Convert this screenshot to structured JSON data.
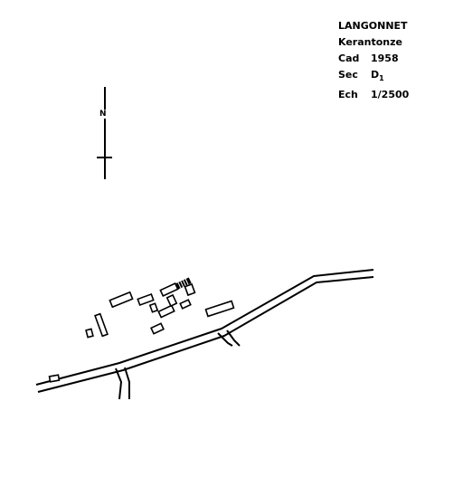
{
  "legend": {
    "commune": "LANGONNET",
    "lieu_dit": "Kerantonze",
    "cad_label": "Cad",
    "cad_year": "1958",
    "sec_label": "Sec",
    "sec_letter": "D",
    "sec_index": "1",
    "ech_label": "Ech",
    "ech_value": "1/2500"
  },
  "north_arrow": {
    "label": "N"
  },
  "colors": {
    "ink": "#000000",
    "paper": "#ffffff"
  }
}
